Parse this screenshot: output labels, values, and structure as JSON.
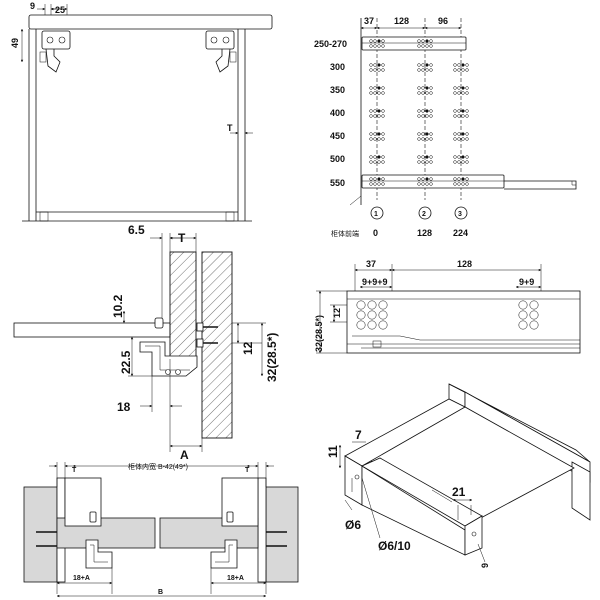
{
  "labels": {
    "d9": "9",
    "d25": "25",
    "d49": "49",
    "dT1": "T",
    "d37a": "37",
    "d128a": "128",
    "d96": "96",
    "r1": "250-270",
    "r2": "300",
    "r3": "350",
    "r4": "400",
    "r5": "450",
    "r6": "500",
    "r7": "550",
    "c1": "1",
    "c2": "2",
    "c3": "3",
    "v0": "0",
    "v128": "128",
    "v224": "224",
    "cabinetFront": "柜体前端",
    "d65": "6.5",
    "dT2": "T",
    "d102": "10.2",
    "d225": "22.5",
    "d12a": "12",
    "d32a": "32(28.5*)",
    "d18": "18",
    "dA": "A",
    "d37b": "37",
    "d128b": "128",
    "d999": "9+9+9",
    "d99": "9+9",
    "d12b": "12",
    "d32b": "32(28.5*)",
    "d7": "7",
    "d11": "11",
    "d21": "21",
    "d6": "Ø6",
    "d610": "Ø6/10",
    "d9b": "9",
    "dTL": "T",
    "dTR": "T",
    "inner": "柜体内宽 B-42(49*)",
    "d18AL": "18+A",
    "d18AR": "18+A",
    "dB": "B"
  }
}
